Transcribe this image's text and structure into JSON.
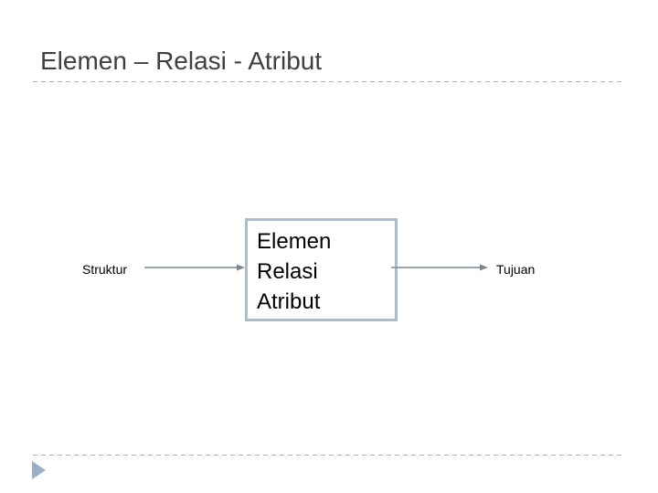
{
  "slide": {
    "title": "Elemen – Relasi - Atribut"
  },
  "diagram": {
    "input_label": "Struktur",
    "box_lines": [
      "Elemen",
      "Relasi",
      "Atribut"
    ],
    "output_label": "Tujuan"
  },
  "icons": {
    "left_arrow": "arrow-right-icon",
    "right_arrow": "arrow-right-icon",
    "footer": "play-triangle-icon"
  },
  "colors": {
    "title_text": "#404040",
    "box_border": "#aebcc8",
    "arrow": "#7b8694",
    "divider": "#a9b2b8",
    "footer_triangle": "#9bb0c6"
  }
}
